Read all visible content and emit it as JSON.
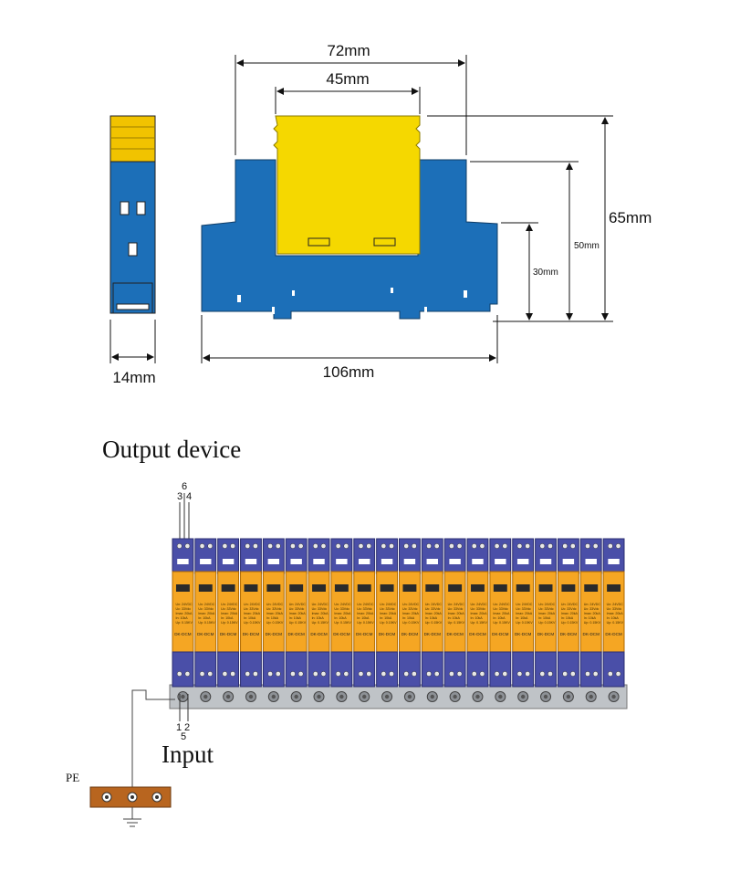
{
  "dimensions": {
    "width_72": "72mm",
    "width_45": "45mm",
    "height_65": "65mm",
    "height_50": "50mm",
    "height_30": "30mm",
    "length_106": "106mm",
    "side_14": "14mm"
  },
  "wiring": {
    "output_label": "Output device",
    "input_label": "Input",
    "pe_label": "PE",
    "top_terminals": {
      "t6": "6",
      "t3": "3",
      "t4": "4"
    },
    "bottom_terminals": {
      "t1": "1",
      "t2": "2",
      "t5": "5"
    }
  },
  "module_label_lines": [
    "Un: 24VDC",
    "Uc: 33Vdc",
    "Imax: 20kA",
    "In: 10kA",
    "Up: 0.15KV"
  ],
  "module_model_text": "DK-DCM",
  "module_count": 20,
  "colors": {
    "housing_blue": "#1c6fb8",
    "cover_yellow": "#f5d800",
    "rail_purple": "#4a4fa8",
    "module_orange": "#f5a623",
    "pe_bar": "#b8651f"
  }
}
